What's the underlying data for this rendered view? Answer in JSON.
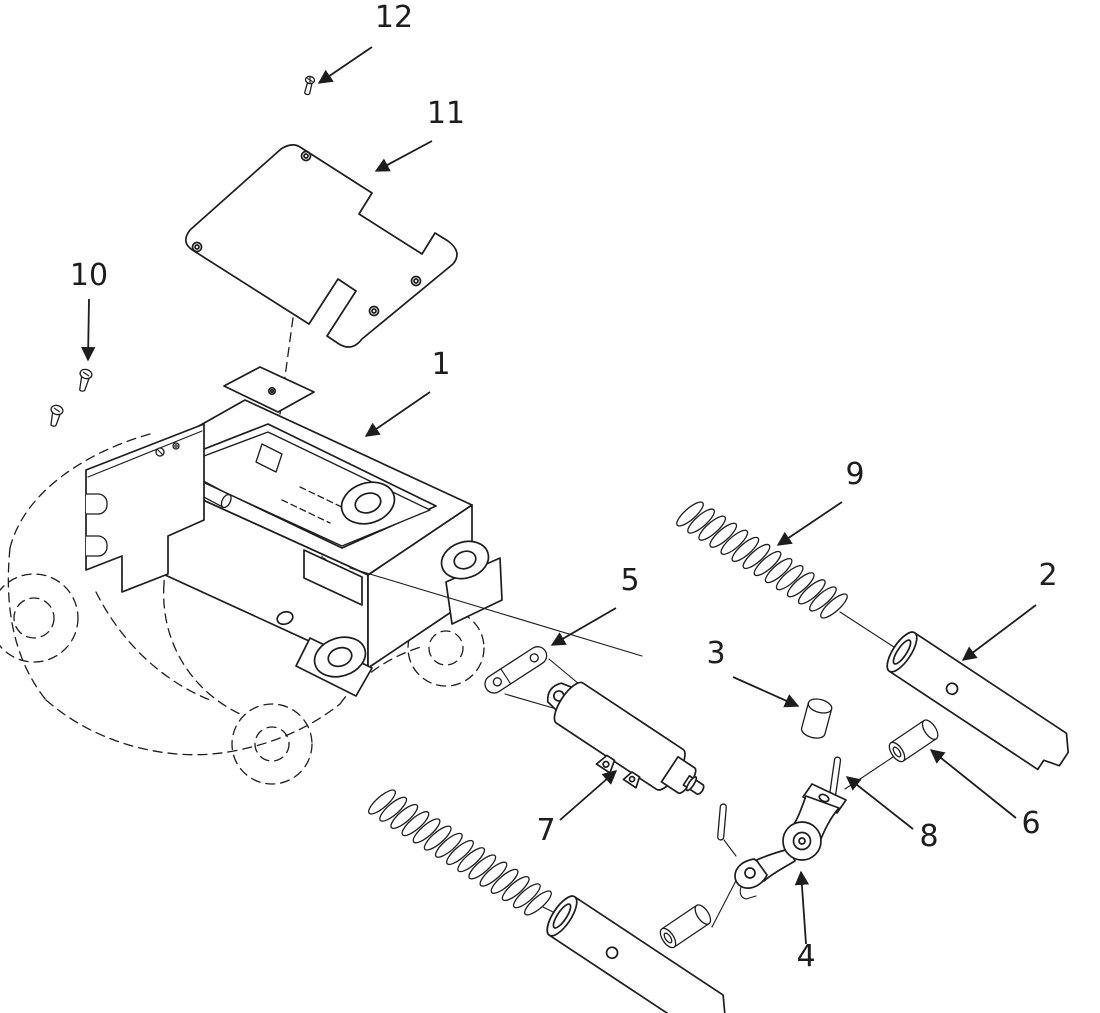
{
  "diagram": {
    "background_color": "#ffffff",
    "line_color": "#1d1d1d",
    "labels": [
      {
        "text": "1"
      },
      {
        "text": "2"
      },
      {
        "text": "3"
      },
      {
        "text": "4"
      },
      {
        "text": "5"
      },
      {
        "text": "6"
      },
      {
        "text": "7"
      },
      {
        "text": "8"
      },
      {
        "text": "9"
      },
      {
        "text": "10"
      },
      {
        "text": "11"
      },
      {
        "text": "12"
      }
    ]
  }
}
